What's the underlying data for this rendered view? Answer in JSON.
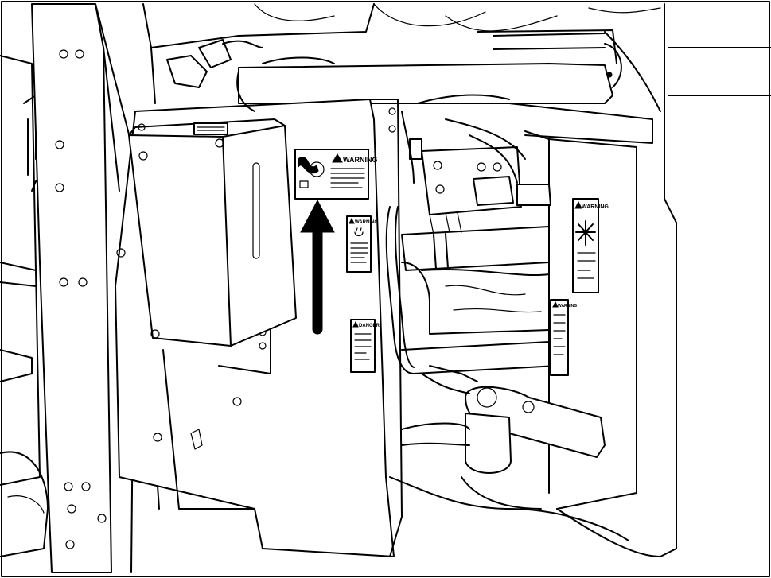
{
  "labels": {
    "reservoir_warning": "WARNING",
    "frame_warning": "WARNING",
    "upright_warning": "WARNING",
    "rail_warning": "WARNING",
    "danger": "DANGER"
  }
}
